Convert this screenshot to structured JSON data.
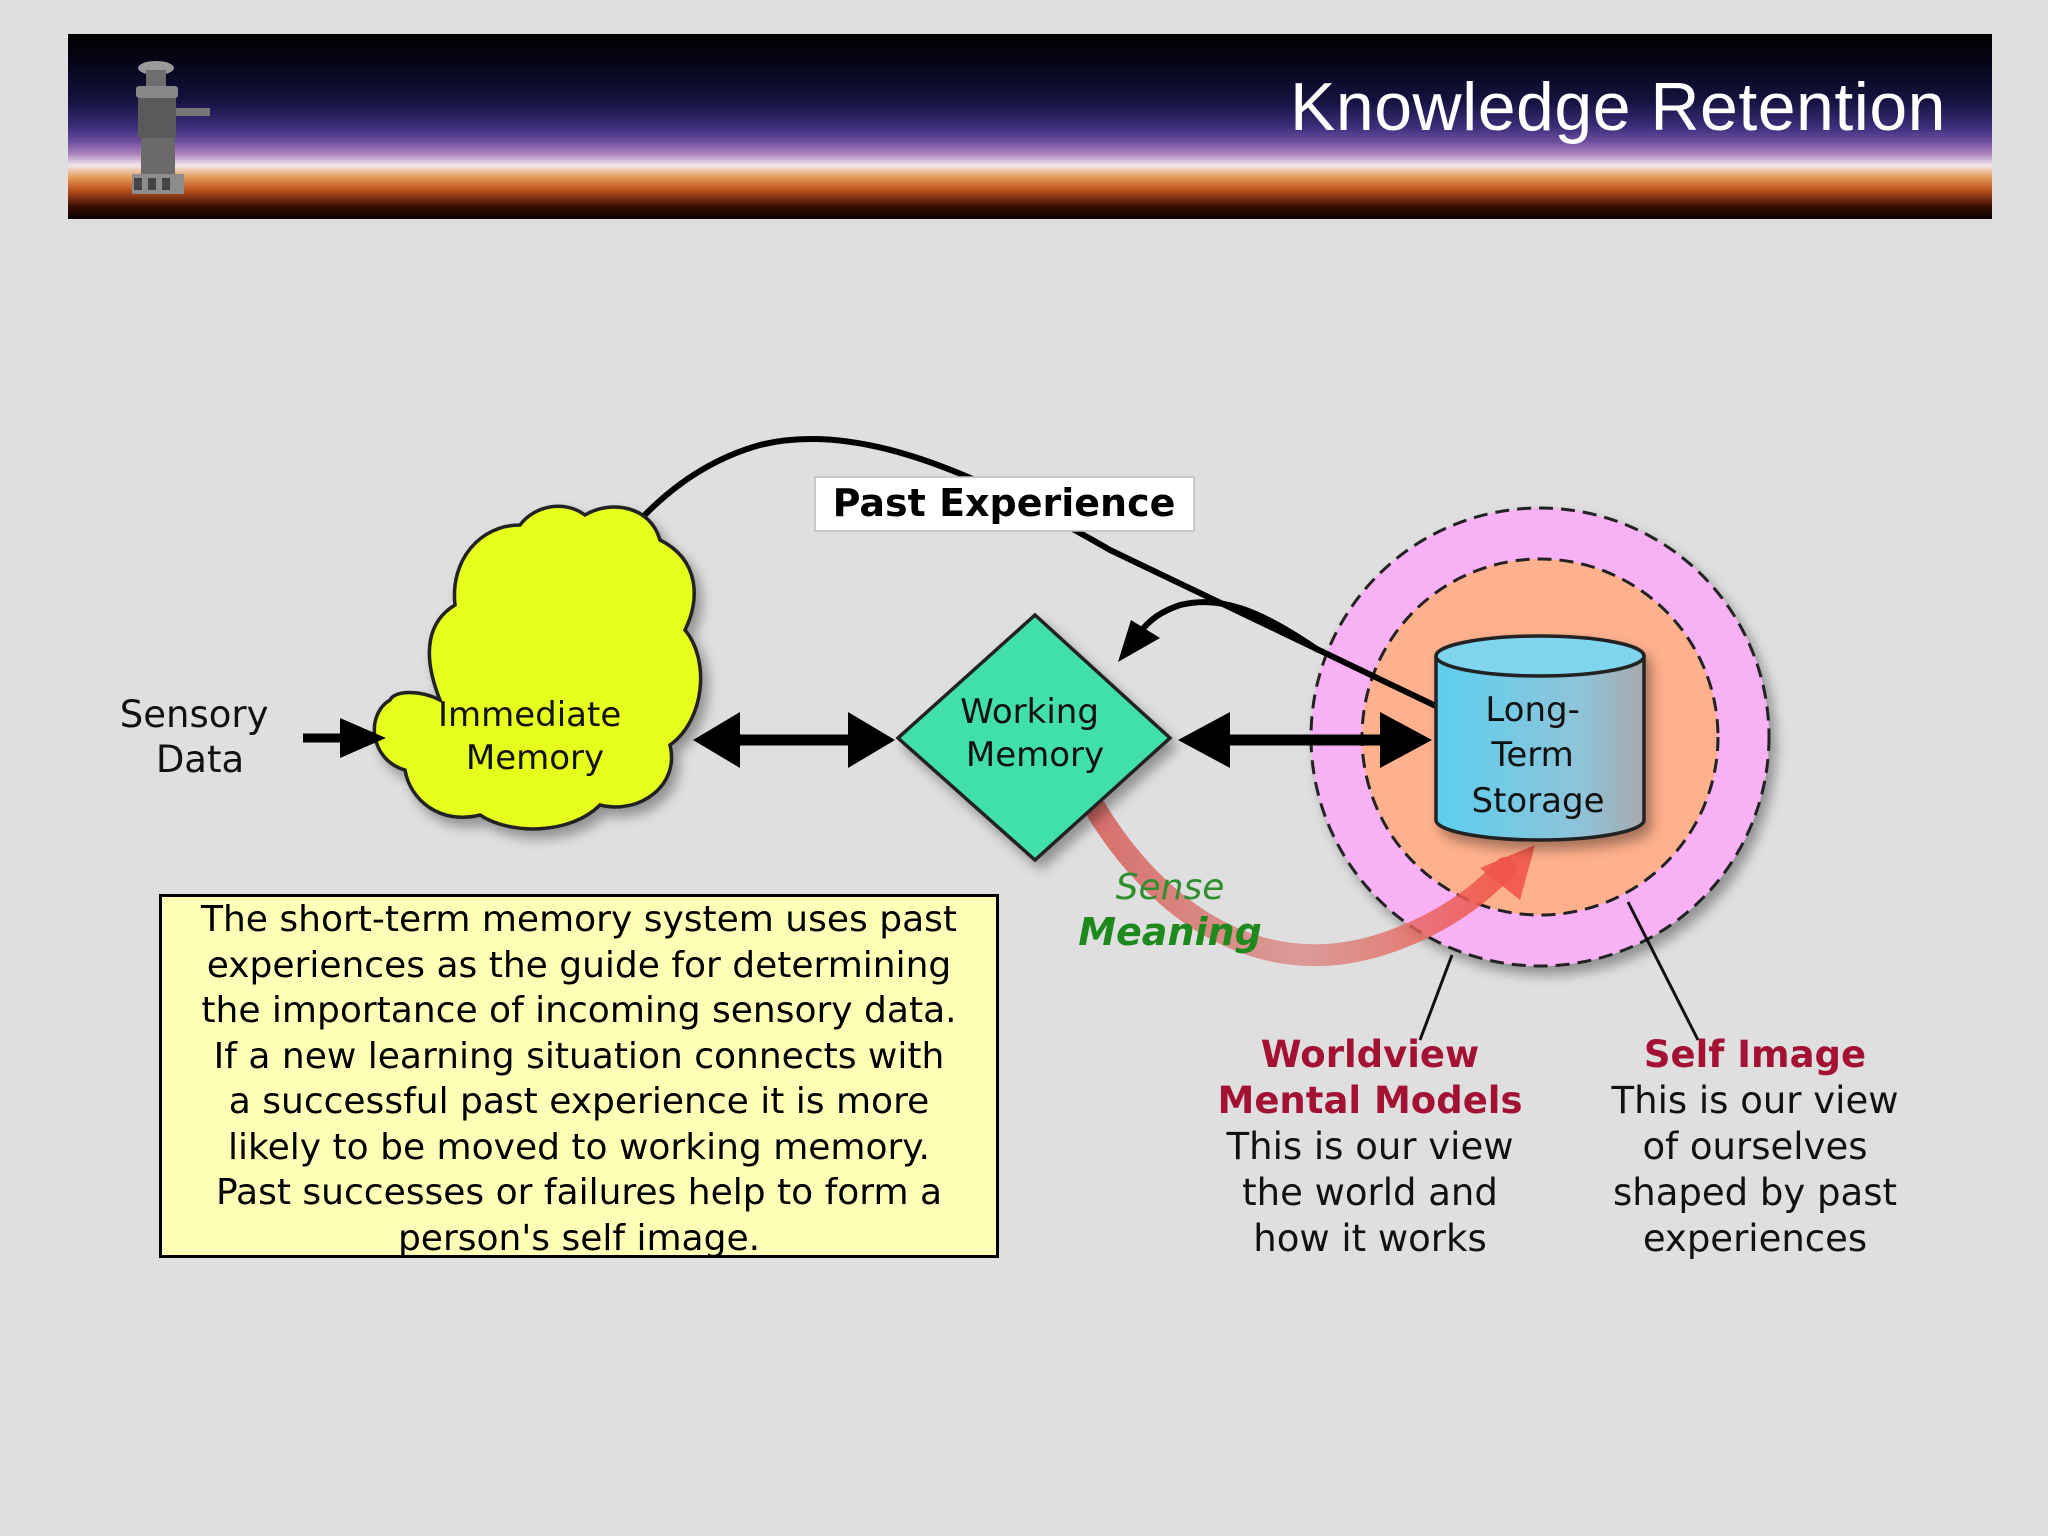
{
  "header": {
    "title": "Knowledge Retention"
  },
  "diagram": {
    "past_experience": "Past Experience",
    "sensory_data": [
      "Sensory",
      "Data"
    ],
    "immediate_memory": [
      "Immediate",
      "Memory"
    ],
    "working_memory": [
      "Working",
      "Memory"
    ],
    "long_term_storage": [
      "Long-",
      "Term",
      "Storage"
    ],
    "sense": "Sense",
    "meaning": "Meaning",
    "colors": {
      "cloud": "#e6ff1d",
      "diamond": "#3fdfac",
      "cylinder": "#5bcfee",
      "outer_ring": "#f8b1f5",
      "inner_ring": "#ffb08c",
      "sense": "#2f8f2f",
      "arrow_red": "#e05a52",
      "title_red": "#a41233"
    }
  },
  "explanation": {
    "lines": [
      "The short-term memory system uses past",
      "experiences as the guide for determining",
      "the importance of incoming sensory data.",
      "If a new learning situation connects with",
      "a successful past experience it is more",
      "likely to be moved to working memory.",
      "Past successes or failures help to form a",
      "person's self image."
    ]
  },
  "worldview": {
    "title_lines": [
      "Worldview",
      "Mental Models"
    ],
    "body_lines": [
      "This is our view",
      "the world and",
      "how it works"
    ]
  },
  "self_image": {
    "title_lines": [
      "Self Image"
    ],
    "body_lines": [
      "This is our view",
      "of ourselves",
      "shaped by past",
      "experiences"
    ]
  }
}
